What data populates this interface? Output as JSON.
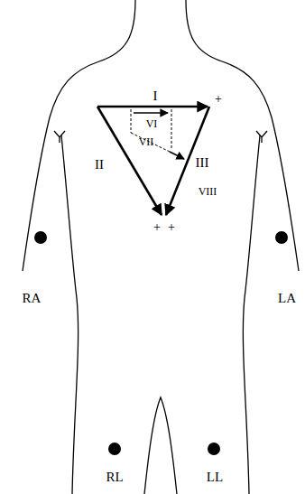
{
  "diagram": {
    "labels": [
      "I",
      "II",
      "III",
      "VI",
      "VII",
      "VIII",
      "+",
      "+",
      "+",
      "RA",
      "LA",
      "RL",
      "LL"
    ]
  }
}
